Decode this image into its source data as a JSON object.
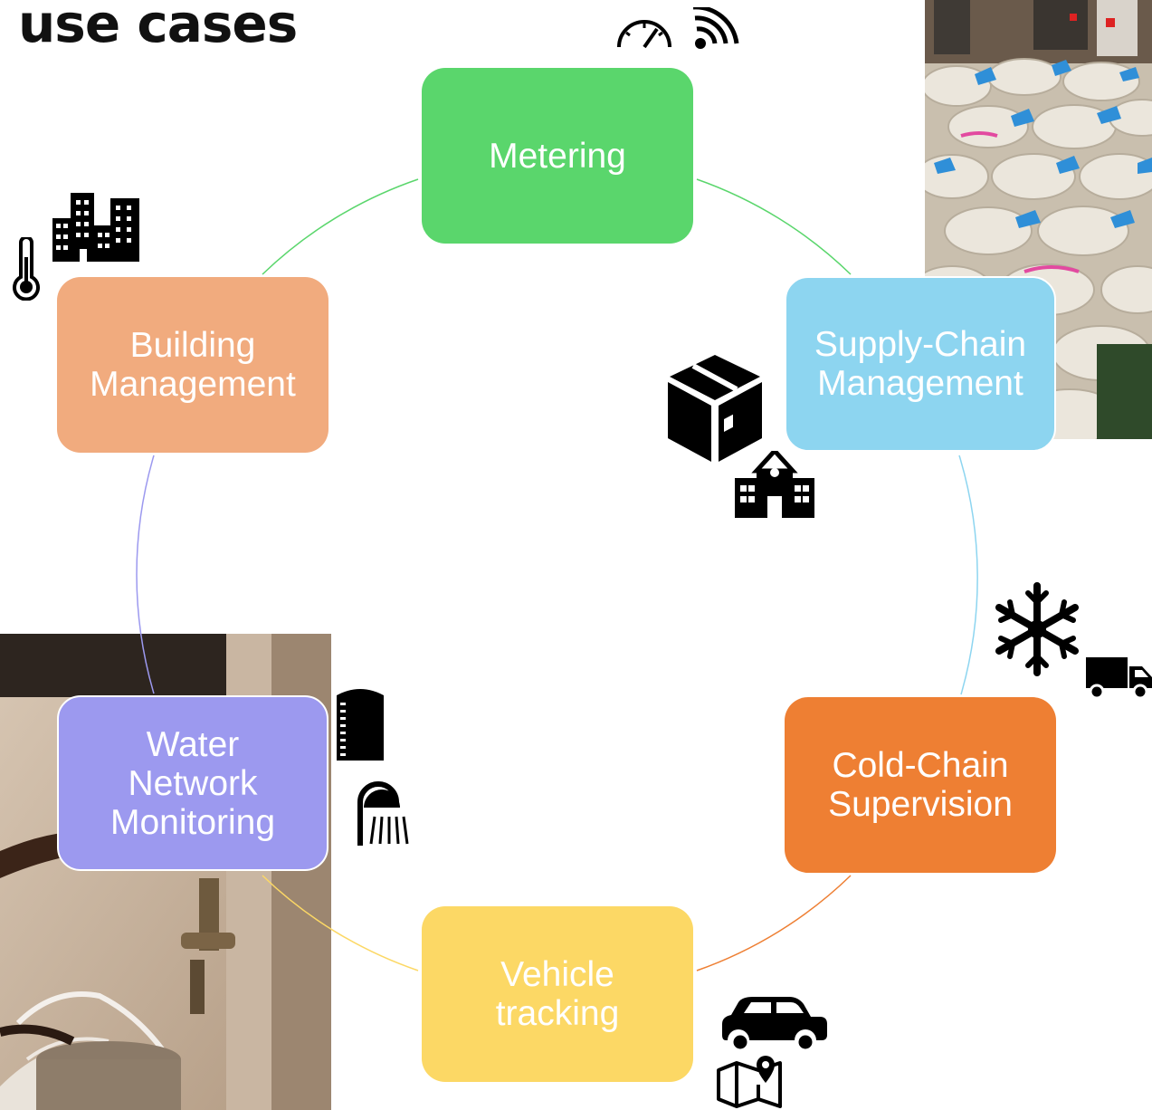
{
  "title": "use cases",
  "nodes": {
    "metering": {
      "lines": [
        "Metering"
      ],
      "color": "#5ad66c"
    },
    "supply_chain": {
      "lines": [
        "Supply-Chain",
        "Management"
      ],
      "color": "#8dd5f0"
    },
    "cold_chain": {
      "lines": [
        "Cold-Chain",
        "Supervision"
      ],
      "color": "#ee7f33"
    },
    "vehicle": {
      "lines": [
        "Vehicle",
        "tracking"
      ],
      "color": "#fcd865"
    },
    "water": {
      "lines": [
        "Water",
        "Network",
        "Monitoring"
      ],
      "color": "#9c99ef"
    },
    "building": {
      "lines": [
        "Building",
        "Management"
      ],
      "color": "#f1ab7e"
    }
  },
  "icons": {
    "metering": [
      "speedometer-icon",
      "wireless-signal-icon"
    ],
    "supply_chain": [
      "package-box-icon",
      "school-building-icon"
    ],
    "cold_chain": [
      "snowflake-icon",
      "delivery-truck-icon"
    ],
    "vehicle": [
      "car-icon",
      "map-pin-icon"
    ],
    "water": [
      "water-tower-icon",
      "shower-icon"
    ],
    "building": [
      "thermometer-icon",
      "city-buildings-icon"
    ]
  },
  "photos": [
    "supply-chain-sacks-photo",
    "water-tap-photo"
  ]
}
